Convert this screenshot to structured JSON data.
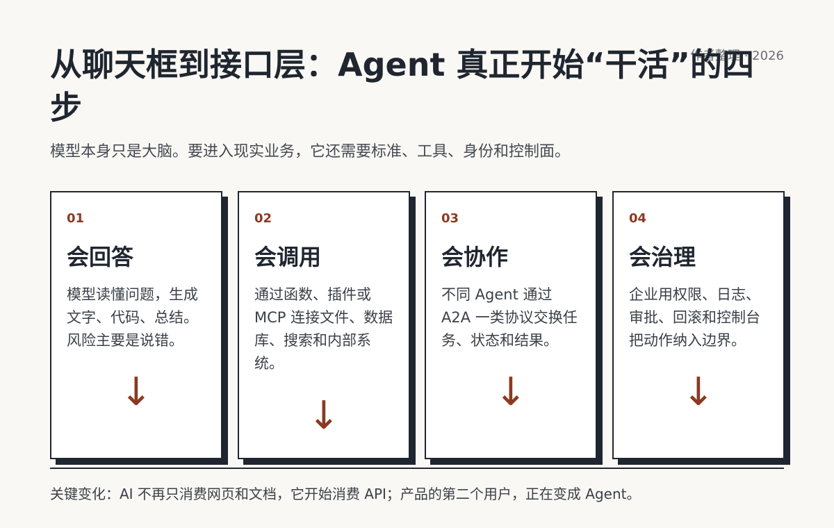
{
  "header": {
    "credit": "作者整理 · 2026",
    "title": "从聊天框到接口层：Agent 真正开始“干活”的四步",
    "subtitle": "模型本身只是大脑。要进入现实业务，它还需要标准、工具、身份和控制面。"
  },
  "cards": [
    {
      "number": "01",
      "title": "会回答",
      "description": "模型读懂问题，生成文字、代码、总结。风险主要是说错。",
      "arrow": "↓"
    },
    {
      "number": "02",
      "title": "会调用",
      "description": "通过函数、插件或 MCP 连接文件、数据库、搜索和内部系统。",
      "arrow": "↓"
    },
    {
      "number": "03",
      "title": "会协作",
      "description": "不同 Agent 通过 A2A 一类协议交换任务、状态和结果。",
      "arrow": "↓"
    },
    {
      "number": "04",
      "title": "会治理",
      "description": "企业用权限、日志、审批、回滚和控制台把动作纳入边界。",
      "arrow": "↓"
    }
  ],
  "footer": {
    "text": "关键变化：AI 不再只消费网页和文档，它开始消费 API；产品的第二个用户，正在变成 Agent。"
  },
  "colors": {
    "background": "#faf8f4",
    "ink": "#1f2630",
    "accent": "#8a3a22"
  }
}
